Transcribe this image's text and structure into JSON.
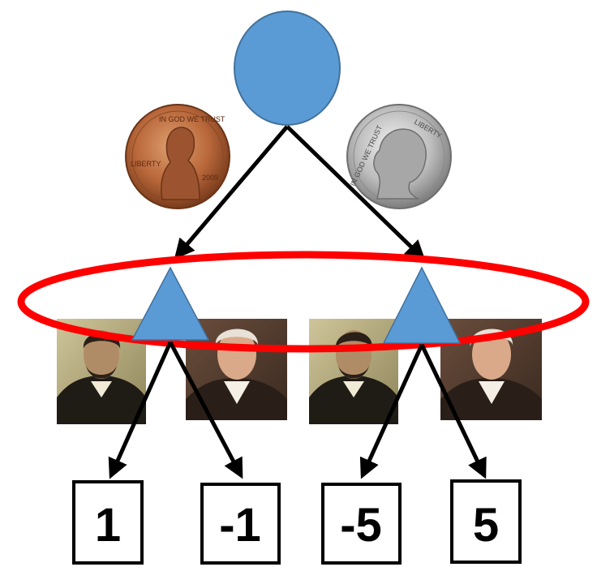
{
  "game_tree": {
    "root": {
      "shape": "circle",
      "color": "#5b9bd5"
    },
    "choices": [
      {
        "coin": "penny-icon",
        "portrait": "lincoln-portrait"
      },
      {
        "coin": "nickel-icon",
        "portrait": "jefferson-portrait"
      }
    ],
    "information_set": {
      "color": "#ff0000"
    },
    "decision_nodes": {
      "shape": "triangle",
      "color": "#5b9bd5"
    },
    "payoffs": [
      "1",
      "-1",
      "-5",
      "5"
    ],
    "coins": {
      "penny": {
        "motto": "IN GOD WE TRUST",
        "left_word": "LIBERTY",
        "year": "2009",
        "color": "#b8673a"
      },
      "nickel": {
        "motto": "IN GOD WE TRUST",
        "right_word": "LIBERTY",
        "color": "#c8c8c8"
      }
    },
    "edge_color": "#000000"
  }
}
